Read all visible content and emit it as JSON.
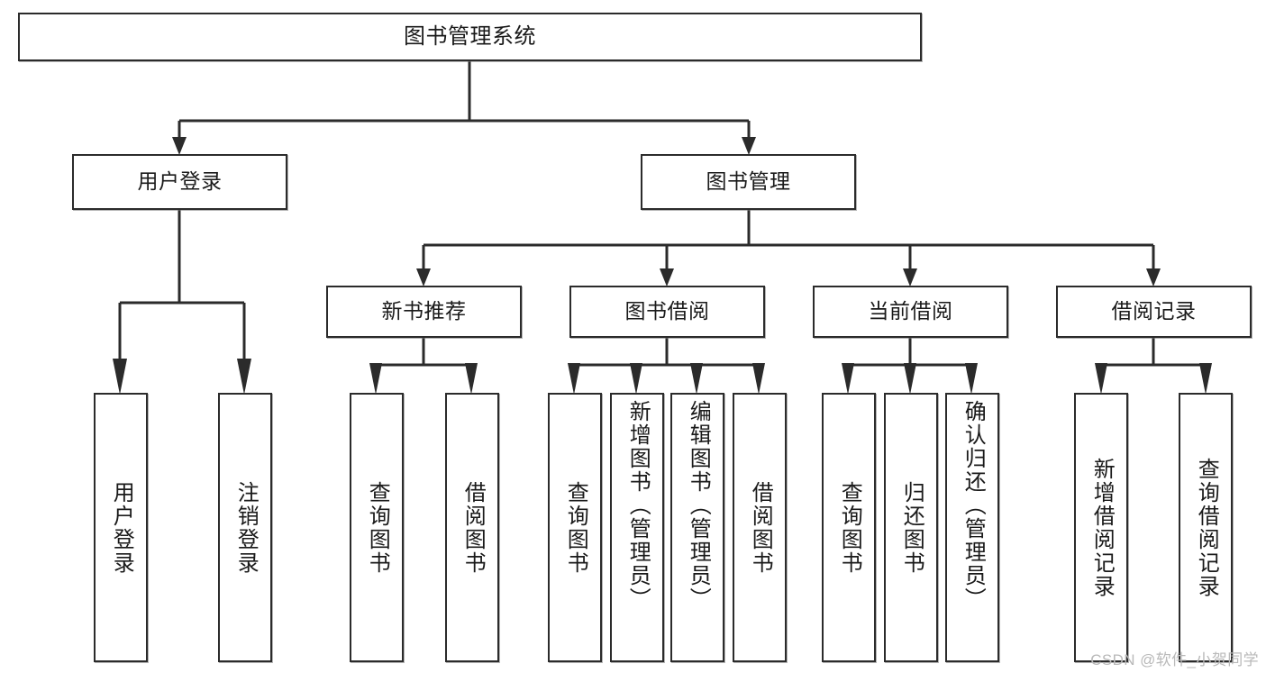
{
  "diagram": {
    "title": "图书管理系统",
    "type": "tree-hierarchy",
    "watermark": "CSDN @软件_小贺同学",
    "stroke_color": "#2b2b2b",
    "fill_color": "#ffffff",
    "text_color": "#1a1a1a",
    "watermark_color": "#b9b9b9"
  },
  "nodes": {
    "root": {
      "label": "图书管理系统",
      "level": 1,
      "orientation": "horizontal"
    },
    "level2": [
      {
        "id": "user-login",
        "label": "用户登录",
        "orientation": "horizontal"
      },
      {
        "id": "book-manage",
        "label": "图书管理",
        "orientation": "horizontal"
      }
    ],
    "level3": [
      {
        "id": "new-book-recommend",
        "label": "新书推荐",
        "orientation": "horizontal"
      },
      {
        "id": "book-borrow",
        "label": "图书借阅",
        "orientation": "horizontal"
      },
      {
        "id": "current-borrow",
        "label": "当前借阅",
        "orientation": "horizontal"
      },
      {
        "id": "borrow-record",
        "label": "借阅记录",
        "orientation": "horizontal"
      }
    ],
    "leaves": [
      {
        "id": "leaf-user-login",
        "label": "用户登录",
        "parent": "user-login",
        "orientation": "vertical"
      },
      {
        "id": "leaf-user-logout",
        "label": "注销登录",
        "parent": "user-login",
        "orientation": "vertical"
      },
      {
        "id": "leaf-query-book-1",
        "label": "查询图书",
        "parent": "new-book-recommend",
        "orientation": "vertical"
      },
      {
        "id": "leaf-borrow-book-1",
        "label": "借阅图书",
        "parent": "new-book-recommend",
        "orientation": "vertical"
      },
      {
        "id": "leaf-query-book-2",
        "label": "查询图书",
        "parent": "book-borrow",
        "orientation": "vertical"
      },
      {
        "id": "leaf-add-book",
        "label": "新增图书（管理员）",
        "parent": "book-borrow",
        "orientation": "vertical"
      },
      {
        "id": "leaf-edit-book",
        "label": "编辑图书（管理员）",
        "parent": "book-borrow",
        "orientation": "vertical"
      },
      {
        "id": "leaf-borrow-book-2",
        "label": "借阅图书",
        "parent": "book-borrow",
        "orientation": "vertical"
      },
      {
        "id": "leaf-query-book-3",
        "label": "查询图书",
        "parent": "current-borrow",
        "orientation": "vertical"
      },
      {
        "id": "leaf-return-book",
        "label": "归还图书",
        "parent": "current-borrow",
        "orientation": "vertical"
      },
      {
        "id": "leaf-confirm-return",
        "label": "确认归还（管理员）",
        "parent": "current-borrow",
        "orientation": "vertical"
      },
      {
        "id": "leaf-add-record",
        "label": "新增借阅记录",
        "parent": "borrow-record",
        "orientation": "vertical"
      },
      {
        "id": "leaf-query-record",
        "label": "查询借阅记录",
        "parent": "borrow-record",
        "orientation": "vertical"
      }
    ]
  }
}
